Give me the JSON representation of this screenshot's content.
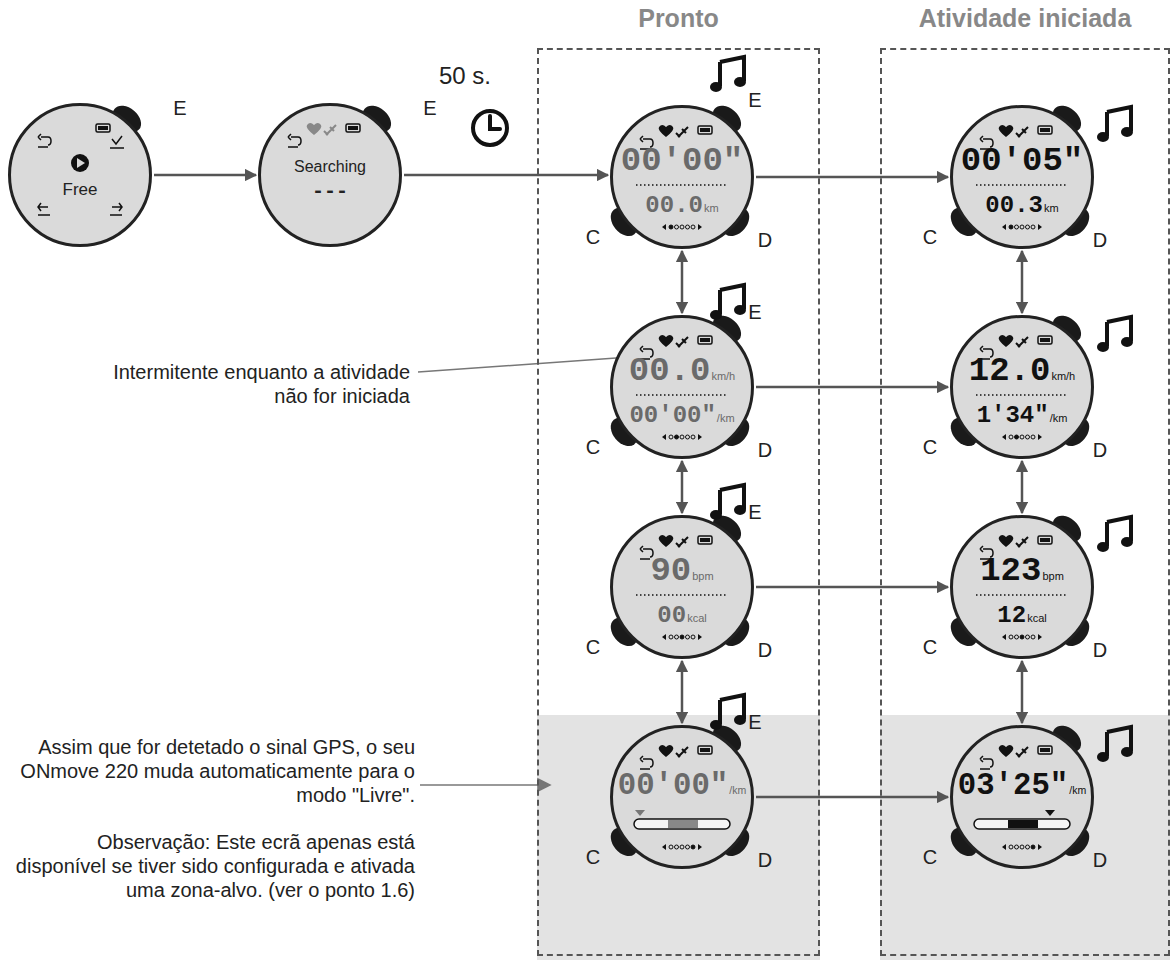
{
  "diagram": {
    "nodes": [
      {
        "text": [
          "Free"
        ]
      },
      {
        "text": [
          "Searching",
          "---"
        ]
      },
      {
        "text": [
          "Pronto"
        ]
      },
      {
        "text": [
          "00'00\"",
          "00.0",
          "km"
        ],
        "in": 2
      },
      {
        "text": [
          "00.0",
          "km/h",
          "00'00\"",
          "/km"
        ],
        "in": 2
      },
      {
        "text": [
          "90",
          "bpm",
          "00",
          "kcal"
        ],
        "in": 2
      },
      {
        "text": [
          "00'00\"",
          "/km"
        ],
        "in": 2
      },
      {
        "text": [
          "Atividade iniciada"
        ]
      },
      {
        "text": [
          "00'05\"",
          "00.3",
          "km"
        ],
        "in": 7
      },
      {
        "text": [
          "12.0",
          "km/h",
          "1'34\"",
          "/km"
        ],
        "in": 7
      },
      {
        "text": [
          "123",
          "bpm",
          "12",
          "kcal"
        ],
        "in": 7
      },
      {
        "text": [
          "03'25\"",
          "/km"
        ],
        "in": 7
      }
    ],
    "edges": [
      {
        "from": 0,
        "to": 1,
        "arrow": "to"
      },
      {
        "from": 1,
        "to": 3,
        "arrow": "to"
      },
      {
        "from": 3,
        "to": 8,
        "arrow": "to"
      },
      {
        "from": 4,
        "to": 9,
        "arrow": "to"
      },
      {
        "from": 5,
        "to": 10,
        "arrow": "to"
      },
      {
        "from": 6,
        "to": 11,
        "arrow": "to"
      },
      {
        "from": 3,
        "to": 4,
        "arrow": "both"
      },
      {
        "from": 4,
        "to": 5,
        "arrow": "both"
      },
      {
        "from": 5,
        "to": 6,
        "arrow": "both"
      },
      {
        "from": 8,
        "to": 9,
        "arrow": "both"
      },
      {
        "from": 9,
        "to": 10,
        "arrow": "both"
      },
      {
        "from": 10,
        "to": 11,
        "arrow": "both"
      }
    ],
    "labels": [
      "E",
      "E",
      "50 s.",
      "E",
      "C",
      "D",
      "E",
      "C",
      "D",
      "E",
      "C",
      "D",
      "E",
      "C",
      "D",
      "C",
      "D",
      "C",
      "D",
      "C",
      "D",
      "C",
      "D",
      "Intermitente enquanto a atividade não for iniciada",
      "Assim que for detetado o sinal GPS, o seu ONmove 220 muda automaticamente para o modo \"Livre\".",
      "Observação: Este ecrã apenas está disponível se tiver sido configurada e ativada uma zona-alvo. (ver o ponto 1.6)"
    ]
  }
}
